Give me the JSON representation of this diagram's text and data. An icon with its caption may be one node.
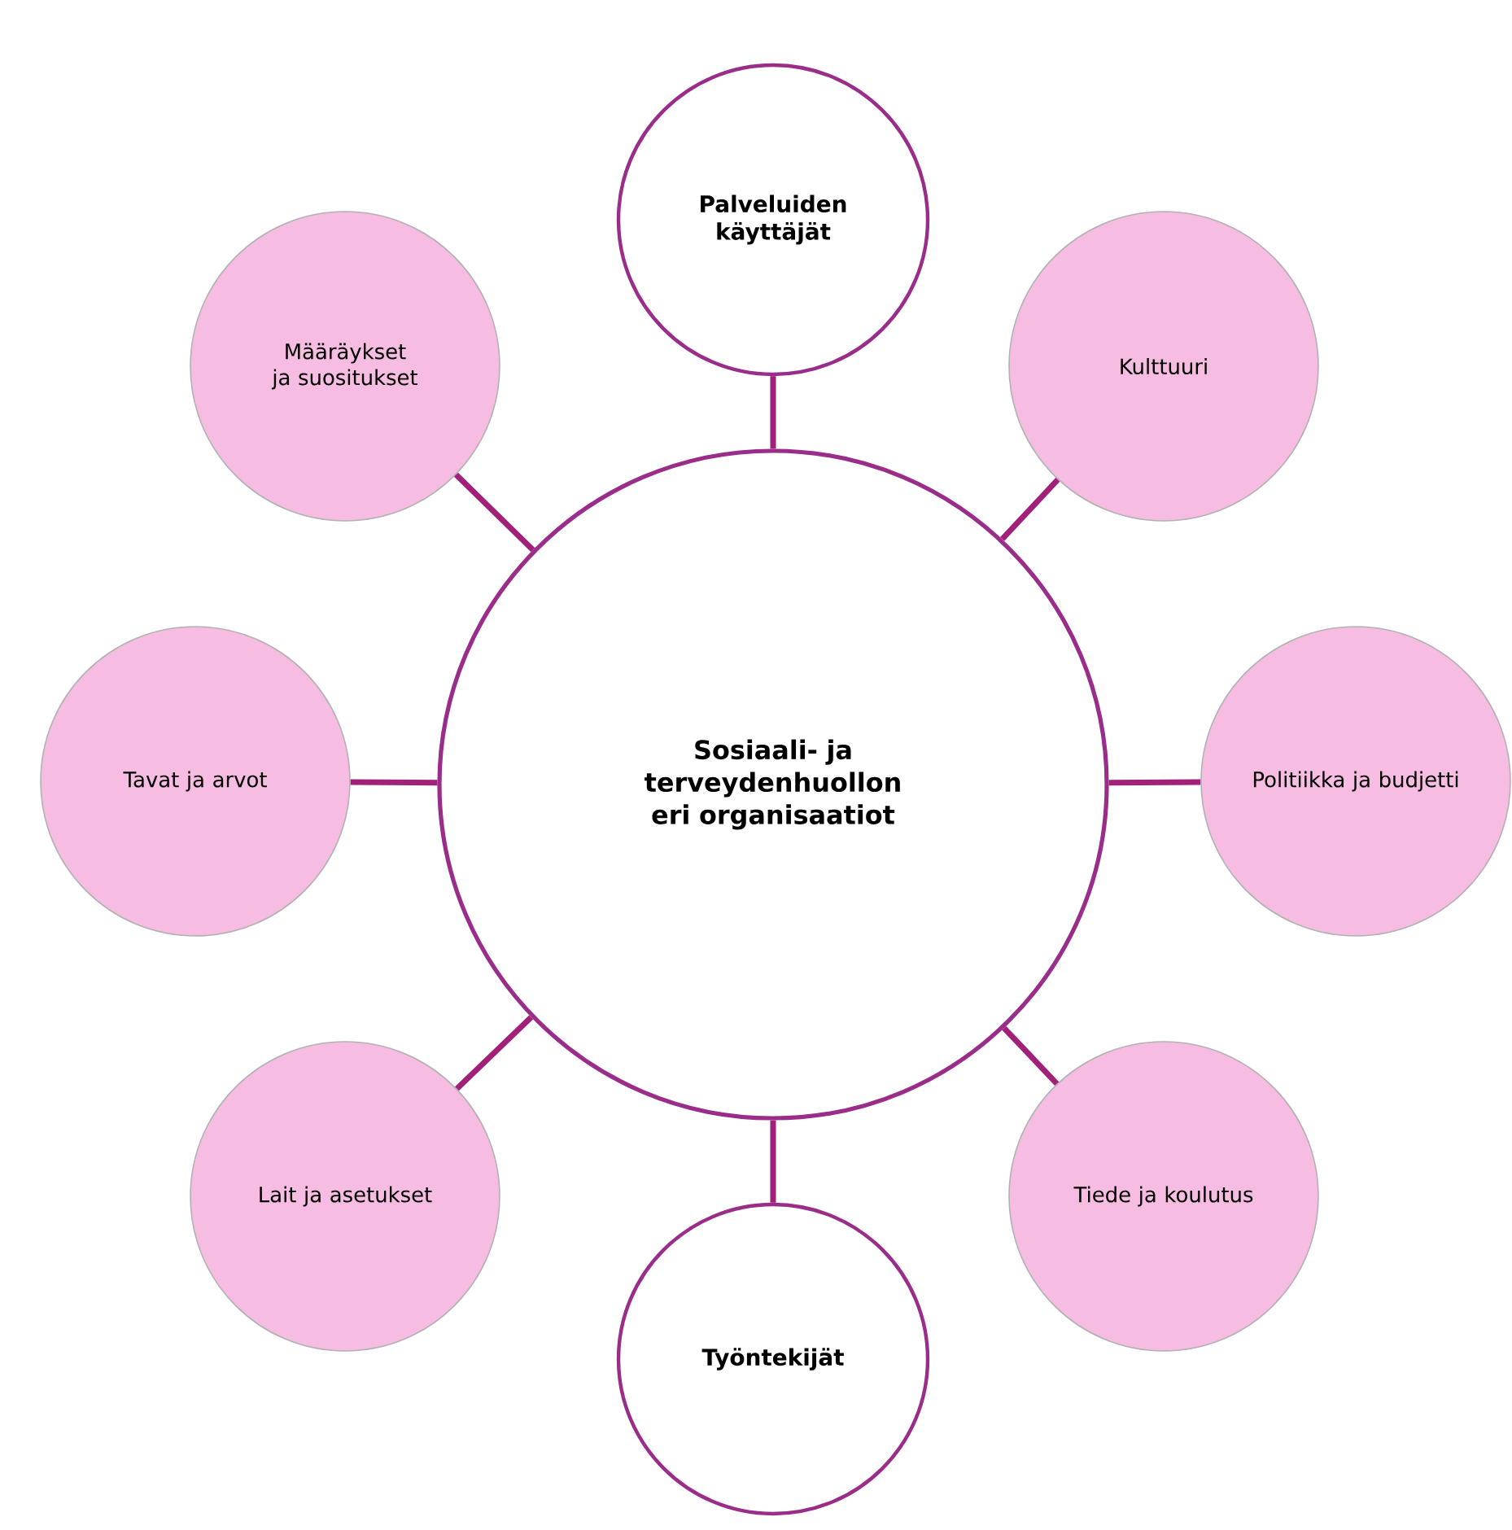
{
  "diagram": {
    "nodes": [
      {
        "text": [
          "Palveluiden käyttäjät"
        ]
      },
      {
        "text": [
          "Määräykset ja suositukset"
        ]
      },
      {
        "text": [
          "Kulttuuri"
        ]
      },
      {
        "text": [
          "Tavat ja arvot"
        ]
      },
      {
        "text": [
          "Sosiaali- ja terveydenhuollon eri organisaatiot"
        ]
      },
      {
        "text": [
          "Politiikka ja budjetti"
        ]
      },
      {
        "text": [
          "Lait ja asetukset"
        ]
      },
      {
        "text": [
          "Tiede ja koulutus"
        ]
      },
      {
        "text": [
          "Työntekijät"
        ]
      }
    ],
    "edges": [
      {
        "from": 4,
        "to": 0,
        "arrow": "none"
      },
      {
        "from": 4,
        "to": 1,
        "arrow": "none"
      },
      {
        "from": 4,
        "to": 2,
        "arrow": "none"
      },
      {
        "from": 4,
        "to": 3,
        "arrow": "none"
      },
      {
        "from": 4,
        "to": 5,
        "arrow": "none"
      },
      {
        "from": 4,
        "to": 6,
        "arrow": "none"
      },
      {
        "from": 4,
        "to": 7,
        "arrow": "none"
      },
      {
        "from": 4,
        "to": 8,
        "arrow": "none"
      }
    ]
  }
}
